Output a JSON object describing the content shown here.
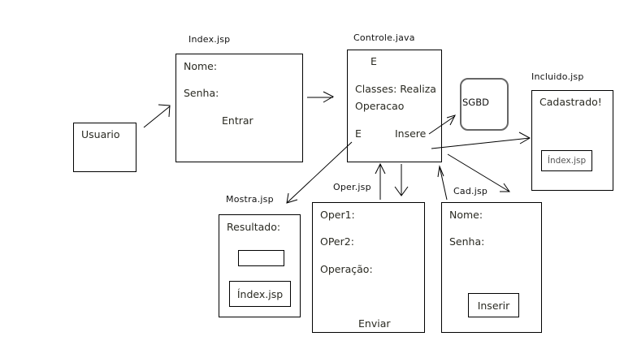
{
  "diagram": {
    "usuario": {
      "label": "Usuario"
    },
    "index": {
      "caption": "Index.jsp",
      "fields": [
        "Nome:",
        "Senha:"
      ],
      "button": "Entrar"
    },
    "controle": {
      "caption": "Controle.java",
      "top_label": "E",
      "classes_label": "Classes: Realiza",
      "operacao_label": "Operacao",
      "bottom_left_label": "E",
      "insere_label": "Insere"
    },
    "sgbd": {
      "label": "SGBD"
    },
    "incluido": {
      "caption": "Incluido.jsp",
      "message": "Cadastrado!",
      "link": "Índex.jsp"
    },
    "mostra": {
      "caption": "Mostra.jsp",
      "result_label": "Resultado:",
      "link": "Índex.jsp"
    },
    "oper": {
      "caption": "Oper.jsp",
      "fields": [
        "Oper1:",
        "OPer2:",
        "Operação:"
      ],
      "button": "Enviar"
    },
    "cad": {
      "caption": "Cad.jsp",
      "fields": [
        "Nome:",
        "Senha:"
      ],
      "button": "Inserir"
    },
    "connections": [
      {
        "from": "usuario",
        "to": "index"
      },
      {
        "from": "index",
        "to": "controle"
      },
      {
        "from": "controle",
        "to": "sgbd",
        "label": "Insere"
      },
      {
        "from": "controle",
        "to": "incluido"
      },
      {
        "from": "controle",
        "to": "mostra",
        "label": "E"
      },
      {
        "from": "oper",
        "to": "controle"
      },
      {
        "from": "controle",
        "to": "oper"
      },
      {
        "from": "cad",
        "to": "controle"
      },
      {
        "from": "controle",
        "to": "cad"
      }
    ]
  }
}
